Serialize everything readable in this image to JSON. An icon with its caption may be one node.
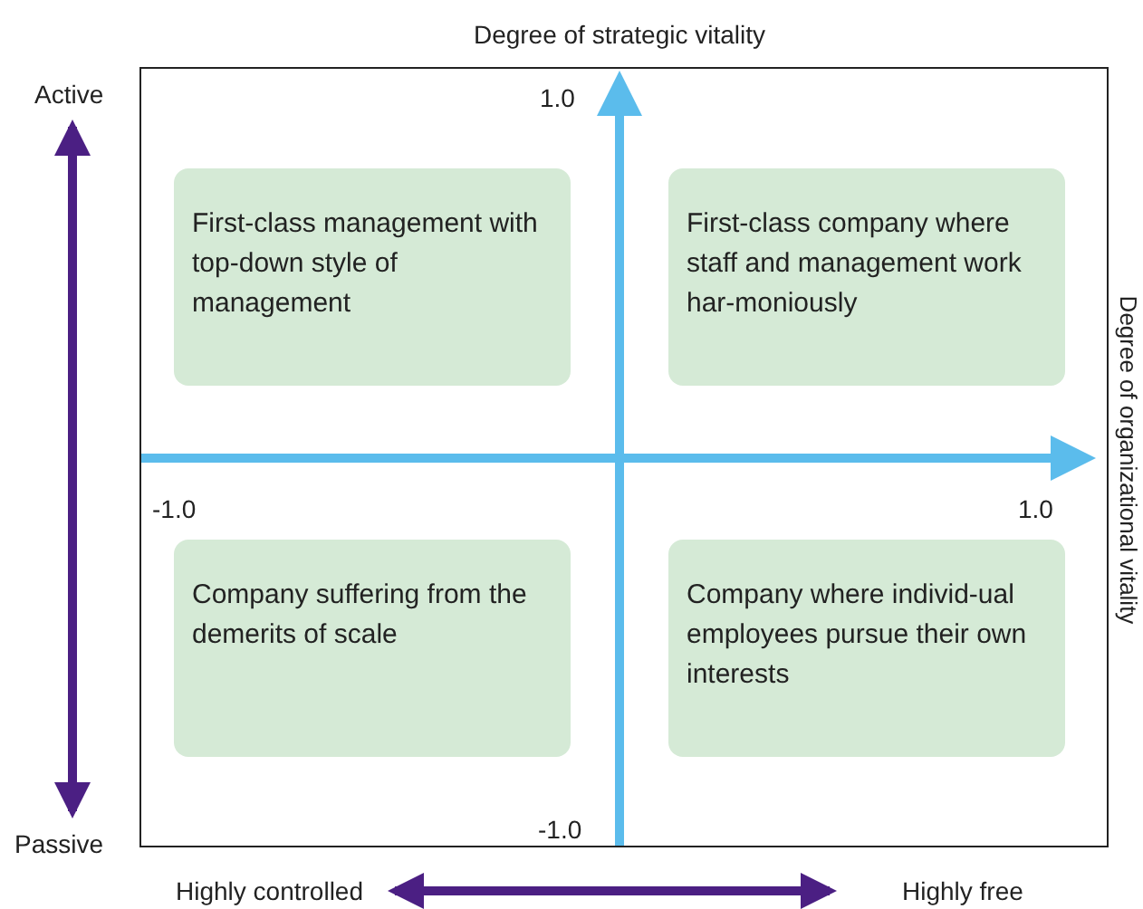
{
  "diagram": {
    "title": "Degree of strategic vitality",
    "nodes": [
      {
        "text": [
          "First-class management with top-down style of management"
        ]
      },
      {
        "text": [
          "First-class company where staff and management work har-moniously"
        ]
      },
      {
        "text": [
          "Company suffering from the demerits of scale"
        ]
      },
      {
        "text": [
          "Company where individ-ual employees pursue their own interests"
        ]
      }
    ],
    "labels": [
      "Active",
      "1.0",
      "Degree of organizational vitality",
      "-1.0",
      "1.0",
      "-1.0",
      "Passive",
      "Highly controlled",
      "Highly free"
    ]
  }
}
